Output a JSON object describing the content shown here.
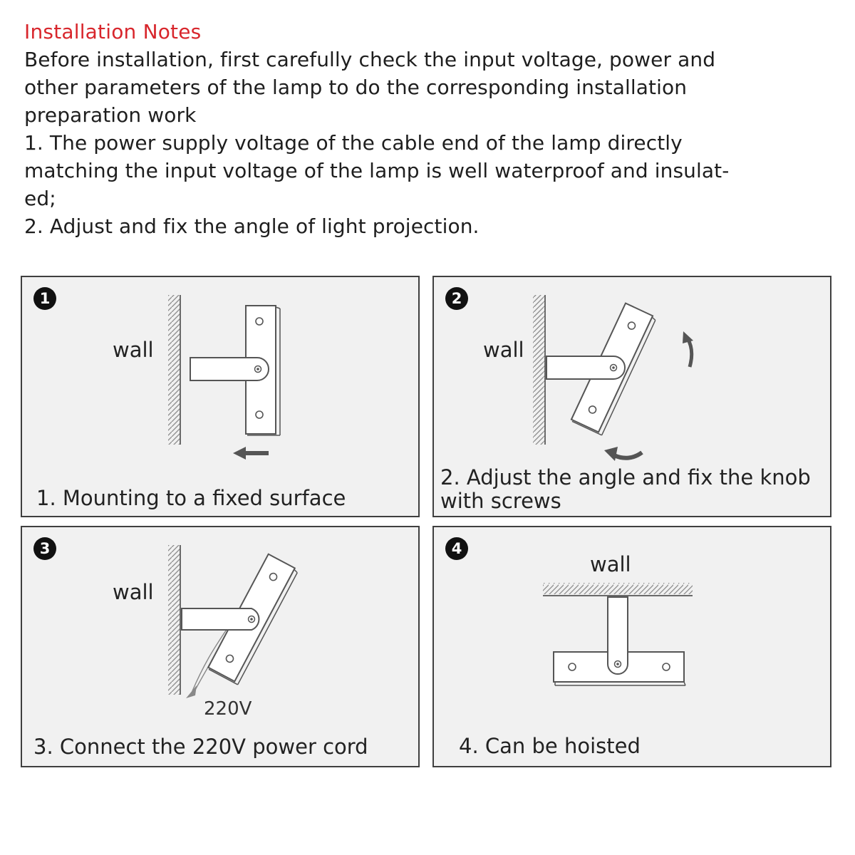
{
  "notes": {
    "title": "Installation Notes",
    "lines": [
      "Before installation, first carefully check the input voltage, power and",
      "other parameters of the lamp to do the corresponding installation",
      "preparation work",
      "1. The power supply voltage of the cable end of the lamp directly",
      "matching the input voltage of the lamp is well waterproof and insulat-",
      "ed;",
      "2. Adjust and fix the angle of light projection."
    ]
  },
  "steps": [
    {
      "badge": "1",
      "wall_label": "wall",
      "caption": "1. Mounting to a fixed surface",
      "icons": [
        "hatched-wall",
        "mounting-bracket",
        "arrow-left-icon"
      ]
    },
    {
      "badge": "2",
      "wall_label": "wall",
      "caption_lines": [
        "2. Adjust the angle and fix the knob",
        "with screws"
      ],
      "icons": [
        "hatched-wall",
        "rotated-bracket",
        "rotate-arrow-icon"
      ]
    },
    {
      "badge": "3",
      "wall_label": "wall",
      "voltage_label": "220V",
      "caption": "3. Connect the 220V power cord",
      "icons": [
        "hatched-wall",
        "rotated-bracket",
        "power-cord"
      ]
    },
    {
      "badge": "4",
      "wall_label": "wall",
      "caption": "4. Can be hoisted",
      "icons": [
        "hatched-ceiling",
        "hanging-bracket"
      ]
    }
  ],
  "colors": {
    "title": "#d8262c",
    "text": "#1e1e1e",
    "panel_bg": "#f1f1f1",
    "panel_border": "#3f3f3f",
    "badge_bg": "#111111",
    "bracket_fill": "#ffffff",
    "bracket_stroke": "#555555",
    "arrow": "#555555"
  }
}
